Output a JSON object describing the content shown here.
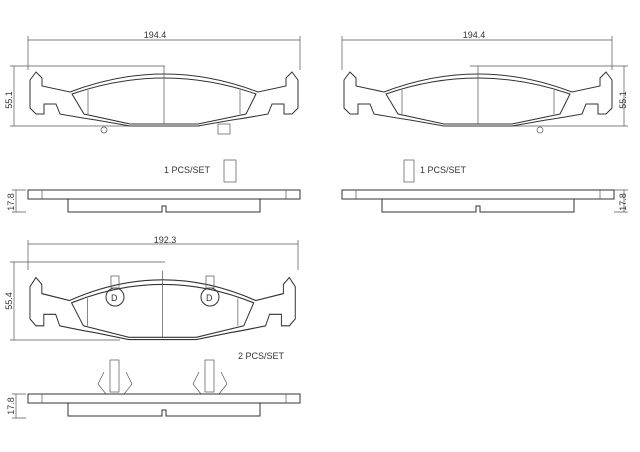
{
  "drawings": [
    {
      "width_label": "194.4",
      "height_label": "55.1",
      "thickness_label": "17.8",
      "qty_label": "1  PCS/SET"
    },
    {
      "width_label": "194.4",
      "height_label": "55.1",
      "thickness_label": "17.8",
      "qty_label": "1  PCS/SET"
    },
    {
      "width_label": "192.3",
      "height_label": "55.4",
      "thickness_label": "17.8",
      "qty_label": "2  PCS/SET"
    }
  ]
}
